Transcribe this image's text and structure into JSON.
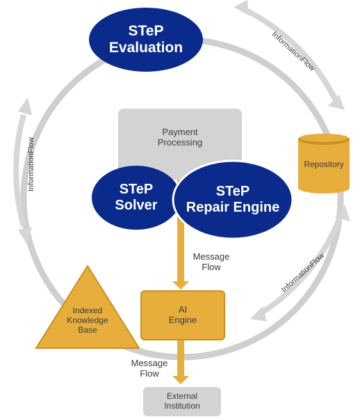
{
  "nodes": {
    "step_evaluation": {
      "line1": "STeP",
      "line2": "Evaluation"
    },
    "payment_processing": {
      "line1": "Payment",
      "line2": "Processing"
    },
    "step_solver": {
      "line1": "STeP",
      "line2": "Solver"
    },
    "step_repair_engine": {
      "line1": "STeP",
      "line2": "Repair Engine"
    },
    "repository": {
      "label": "Repository"
    },
    "ai_engine": {
      "line1": "AI",
      "line2": "Engine"
    },
    "indexed_kb": {
      "line1": "Indexed",
      "line2": "Knowledge",
      "line3": "Base"
    },
    "external_institution": {
      "line1": "External",
      "line2": "Institution"
    }
  },
  "edges": {
    "message_flow_1": {
      "line1": "Message",
      "line2": "Flow"
    },
    "message_flow_2": {
      "line1": "Message",
      "line2": "Flow"
    },
    "info_flow_top_right": "InformationFlow",
    "info_flow_left": "InformationFlow",
    "info_flow_bottom_right": "InformationFlow"
  },
  "colors": {
    "navy": "#0a2a8c",
    "gold": "#e8ae3c",
    "gold_dark": "#c98f22",
    "grey_ring": "#cfcfcf",
    "grey_box": "#d3d3d3"
  }
}
